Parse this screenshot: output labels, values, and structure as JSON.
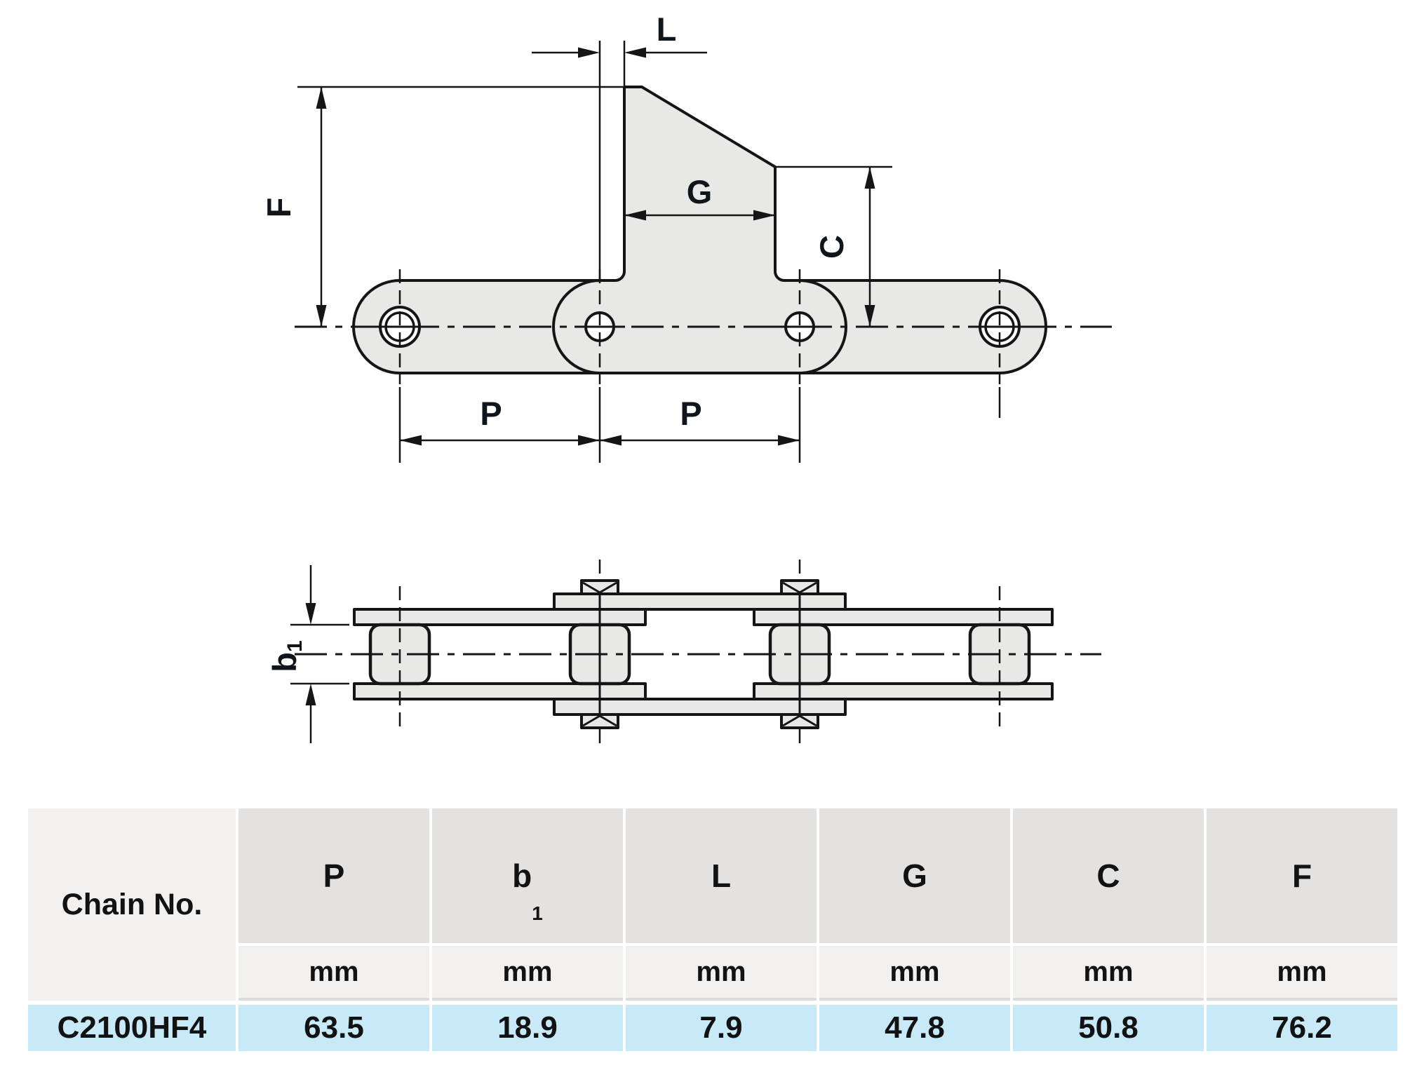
{
  "side_view": {
    "labels": {
      "L": "L",
      "F": "F",
      "G": "G",
      "C": "C",
      "P_left": "P",
      "P_right": "P"
    }
  },
  "plan_view": {
    "labels": {
      "b1_base": "b",
      "b1_sub": "1"
    }
  },
  "table": {
    "chain_no_header": "Chain No.",
    "columns": [
      {
        "label": "P",
        "sub": "",
        "unit": "mm",
        "value": "63.5"
      },
      {
        "label": "b",
        "sub": "1",
        "unit": "mm",
        "value": "18.9"
      },
      {
        "label": "L",
        "sub": "",
        "unit": "mm",
        "value": "7.9"
      },
      {
        "label": "G",
        "sub": "",
        "unit": "mm",
        "value": "47.8"
      },
      {
        "label": "C",
        "sub": "",
        "unit": "mm",
        "value": "50.8"
      },
      {
        "label": "F",
        "sub": "",
        "unit": "mm",
        "value": "76.2"
      }
    ],
    "row": {
      "chain_no": "C2100HF4"
    }
  },
  "colors": {
    "line": "#151515",
    "plate_fill": "#e8e8e7",
    "table_header_bg": "#e3e2e1",
    "table_unit_bg": "#f1f0ef",
    "table_row_bg": "#c8eaf8",
    "background": "#ffffff"
  }
}
